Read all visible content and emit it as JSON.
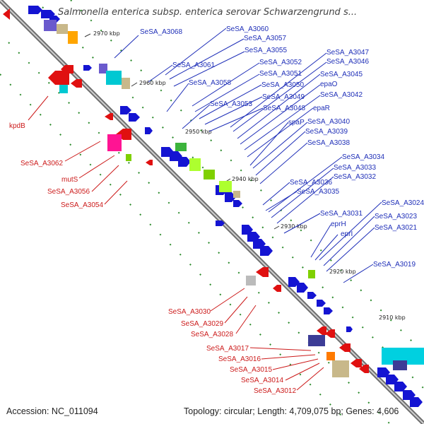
{
  "title": "Salmonella enterica subsp. enterica serovar Schwarzengrund s...",
  "footer": {
    "accession": "Accession: NC_011094",
    "topology": "Topology: circular; Length: 4,709,075 bp; Genes: 4,606"
  },
  "ticks": [
    "2970 kbp",
    "2960 kbp",
    "2950 kbp",
    "2940 kbp",
    "2930 kbp",
    "2920 kbp",
    "2910 kbp"
  ],
  "labels_blue": [
    "SeSA_A3068",
    "SeSA_A3060",
    "SeSA_A3057",
    "SeSA_A3055",
    "SeSA_A3061",
    "SeSA_A3052",
    "SeSA_A3047",
    "SeSA_A3046",
    "SeSA_A3051",
    "SeSA_A3045",
    "SeSA_A3058",
    "SeSA_A3050",
    "epaO",
    "SeSA_A3049",
    "SeSA_A3042",
    "SeSA_A3053",
    "SeSA_A3048",
    "epaR",
    "spaP",
    "SeSA_A3040",
    "SeSA_A3039",
    "SeSA_A3038",
    "SeSA_A3034",
    "SeSA_A3033",
    "SeSA_A3036",
    "SeSA_A3032",
    "SeSA_A3035",
    "SeSA_A3024",
    "SeSA_A3031",
    "SeSA_A3023",
    "eprH",
    "SeSA_A3021",
    "eprI",
    "SeSA_A3019"
  ],
  "labels_red": [
    "kpdB",
    "SeSA_A3062",
    "mutS",
    "SeSA_A3056",
    "SeSA_A3054",
    "SeSA_A3030",
    "SeSA_A3029",
    "SeSA_A3028",
    "SeSA_A3017",
    "SeSA_A3016",
    "SeSA_A3015",
    "SeSA_A3014",
    "SeSA_A3012"
  ],
  "colors": {
    "forward": "#1414d2",
    "reverse": "#e01010",
    "backbone": "#8c8c8c",
    "tick_dots": "#2a8a2a",
    "label_blue": "#1f2fb8",
    "label_red": "#cc1a1a"
  }
}
